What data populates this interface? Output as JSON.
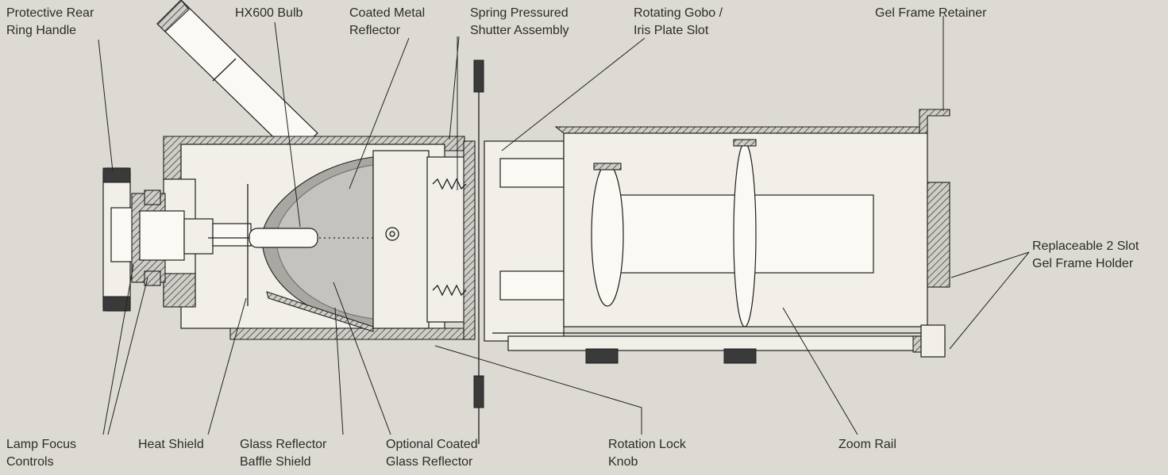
{
  "labels": {
    "protective_rear_ring_handle": [
      "Protective Rear",
      "Ring Handle"
    ],
    "hx600_bulb": [
      "HX600 Bulb"
    ],
    "coated_metal_reflector": [
      "Coated Metal",
      "Reflector"
    ],
    "spring_pressured_shutter_assembly": [
      "Spring Pressured",
      "Shutter Assembly"
    ],
    "rotating_gobo_iris_plate_slot": [
      "Rotating Gobo /",
      "Iris Plate Slot"
    ],
    "gel_frame_retainer": [
      "Gel Frame Retainer"
    ],
    "replaceable_gel_frame_holder": [
      "Replaceable 2 Slot",
      "Gel Frame Holder"
    ],
    "lamp_focus_controls": [
      "Lamp Focus",
      "Controls"
    ],
    "heat_shield": [
      "Heat Shield"
    ],
    "glass_reflector_baffle_shield": [
      "Glass Reflector",
      "Baffle Shield"
    ],
    "optional_coated_glass_reflector": [
      "Optional Coated",
      "Glass Reflector"
    ],
    "rotation_lock_knob": [
      "Rotation Lock",
      "Knob"
    ],
    "zoom_rail": [
      "Zoom Rail"
    ]
  },
  "colors": {
    "background": "#dcdad2",
    "ink": "#1e1e1e",
    "reflector_grey": "#a9a7a1",
    "body_fill": "#f1efe8"
  }
}
